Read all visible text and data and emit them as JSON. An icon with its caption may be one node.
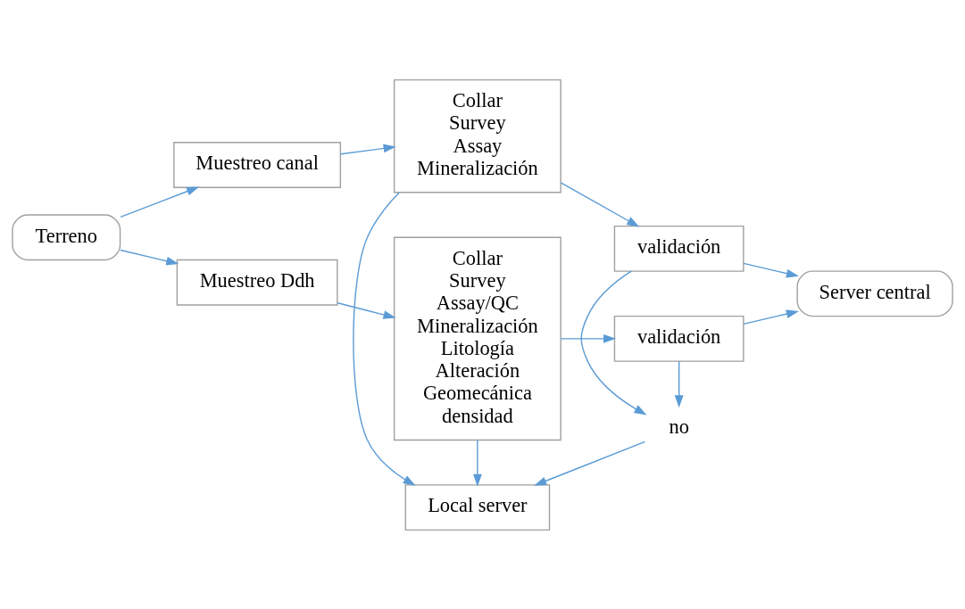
{
  "diagram": {
    "nodes": [
      {
        "text": [
          "Terreno"
        ]
      },
      {
        "text": [
          "Muestreo canal"
        ]
      },
      {
        "text": [
          "Collar",
          "Survey",
          "Assay",
          "Mineralización"
        ]
      },
      {
        "text": [
          "validación"
        ]
      },
      {
        "text": [
          "Local server"
        ]
      },
      {
        "text": [
          "no"
        ]
      },
      {
        "text": [
          "Server central"
        ]
      },
      {
        "text": [
          "Muestreo Ddh"
        ]
      },
      {
        "text": [
          "Collar",
          "Survey",
          "Assay/QC",
          "Mineralización",
          "Litología",
          "Alteración",
          "Geomecánica",
          "densidad"
        ]
      },
      {
        "text": [
          "validación"
        ]
      }
    ],
    "edges": [
      {
        "from": 0,
        "to": 1,
        "arrow": "to",
        "color": "#5b9bd5"
      },
      {
        "from": 0,
        "to": 7,
        "arrow": "to",
        "color": "#5b9bd5"
      },
      {
        "from": 1,
        "to": 2,
        "arrow": "to",
        "color": "#5b9bd5"
      },
      {
        "from": 2,
        "to": 3,
        "arrow": "to",
        "color": "#5b9bd5"
      },
      {
        "from": 2,
        "to": 4,
        "arrow": "to",
        "color": "#5b9bd5"
      },
      {
        "from": 3,
        "to": 5,
        "arrow": "to",
        "color": "#5b9bd5"
      },
      {
        "from": 3,
        "to": 6,
        "arrow": "to",
        "color": "#5b9bd5"
      },
      {
        "from": 5,
        "to": 4,
        "arrow": "to",
        "color": "#5b9bd5"
      },
      {
        "from": 8,
        "to": 4,
        "arrow": "to",
        "color": "#5b9bd5"
      },
      {
        "from": 7,
        "to": 8,
        "arrow": "to",
        "color": "#5b9bd5"
      },
      {
        "from": 8,
        "to": 9,
        "arrow": "to",
        "color": "#5b9bd5"
      },
      {
        "from": 9,
        "to": 5,
        "arrow": "to",
        "color": "#5b9bd5"
      },
      {
        "from": 9,
        "to": 6,
        "arrow": "to",
        "color": "#5b9bd5"
      }
    ]
  }
}
